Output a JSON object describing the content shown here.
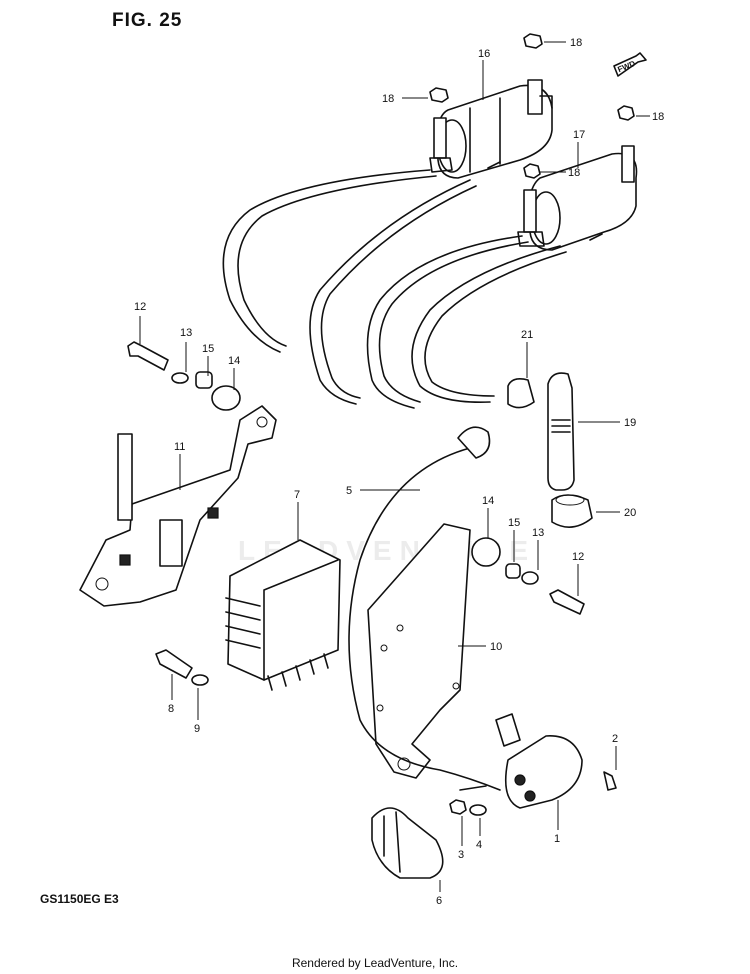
{
  "figure": {
    "title": "FIG. 25",
    "model_code": "GS1150EG  E3",
    "footer": "Rendered by LeadVenture, Inc.",
    "watermark": "LEADVENTURE",
    "direction_tag": "FWD"
  },
  "callouts": [
    {
      "id": "c16",
      "label": "16"
    },
    {
      "id": "c18a",
      "label": "18"
    },
    {
      "id": "c18b",
      "label": "18"
    },
    {
      "id": "c18c",
      "label": "18"
    },
    {
      "id": "c18d",
      "label": "18"
    },
    {
      "id": "c17",
      "label": "17"
    },
    {
      "id": "c12a",
      "label": "12"
    },
    {
      "id": "c13a",
      "label": "13"
    },
    {
      "id": "c15a",
      "label": "15"
    },
    {
      "id": "c14a",
      "label": "14"
    },
    {
      "id": "c21",
      "label": "21"
    },
    {
      "id": "c19",
      "label": "19"
    },
    {
      "id": "c11",
      "label": "11"
    },
    {
      "id": "c5",
      "label": "5"
    },
    {
      "id": "c20",
      "label": "20"
    },
    {
      "id": "c7",
      "label": "7"
    },
    {
      "id": "c14b",
      "label": "14"
    },
    {
      "id": "c15b",
      "label": "15"
    },
    {
      "id": "c13b",
      "label": "13"
    },
    {
      "id": "c12b",
      "label": "12"
    },
    {
      "id": "c10",
      "label": "10"
    },
    {
      "id": "c8",
      "label": "8"
    },
    {
      "id": "c9",
      "label": "9"
    },
    {
      "id": "c2",
      "label": "2"
    },
    {
      "id": "c1",
      "label": "1"
    },
    {
      "id": "c3",
      "label": "3"
    },
    {
      "id": "c4",
      "label": "4"
    },
    {
      "id": "c6",
      "label": "6"
    }
  ]
}
